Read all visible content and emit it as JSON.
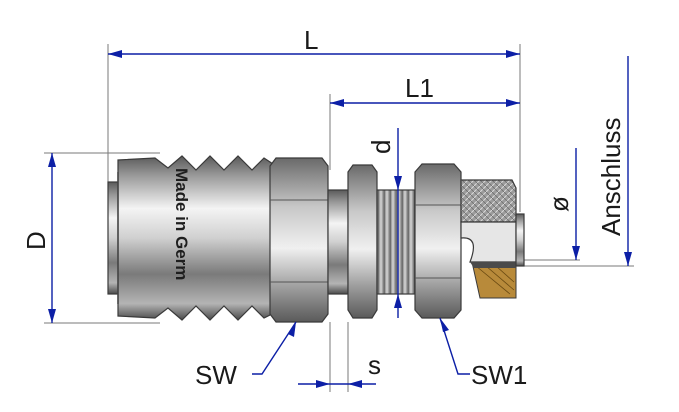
{
  "diagram": {
    "engraving": "Made in Germ",
    "labels": {
      "L": "L",
      "L1": "L1",
      "d": "d",
      "D": "D",
      "diameter": "ø",
      "anschluss": "Anschluss",
      "SW": "SW",
      "SW1": "SW1",
      "s": "s"
    },
    "colors": {
      "dimension_line": "#0c1fa6",
      "metal_dark": "#4a4a4a",
      "metal_light": "#f2f2f2",
      "hose_fitting": "#b88a3a"
    }
  }
}
